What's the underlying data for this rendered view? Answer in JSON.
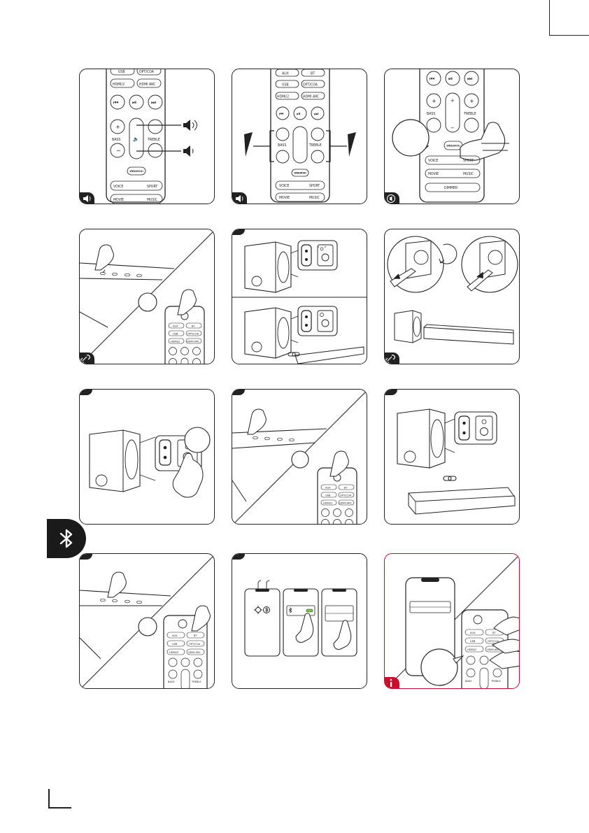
{
  "remote": {
    "buttons": {
      "aux": "AUX",
      "bt": "BT",
      "usb": "USB",
      "opt_coa": "OPT/COA",
      "hdmi2": "HDMI/2",
      "hdmi_arc": "HDMI ARC",
      "bass": "BASS",
      "treble": "TREBLE",
      "vertical_surround": "VERTICAL SURROUND",
      "voice": "VOICE",
      "sport": "SPORT",
      "movie": "MOVIE",
      "music": "MUSIC",
      "dimmer": "DIMMER"
    }
  },
  "colors": {
    "ink": "#222222",
    "accent_red": "#c8102e",
    "led_green": "#7ac943",
    "tab_bg": "#1a1a1a"
  },
  "icons": {
    "volume_badge": "speaker-volume-icon",
    "surround_badge": "surround-icon",
    "link_badge": "pairing-link-icon",
    "info_badge": "info-icon",
    "section_tab": "bluetooth-icon"
  }
}
